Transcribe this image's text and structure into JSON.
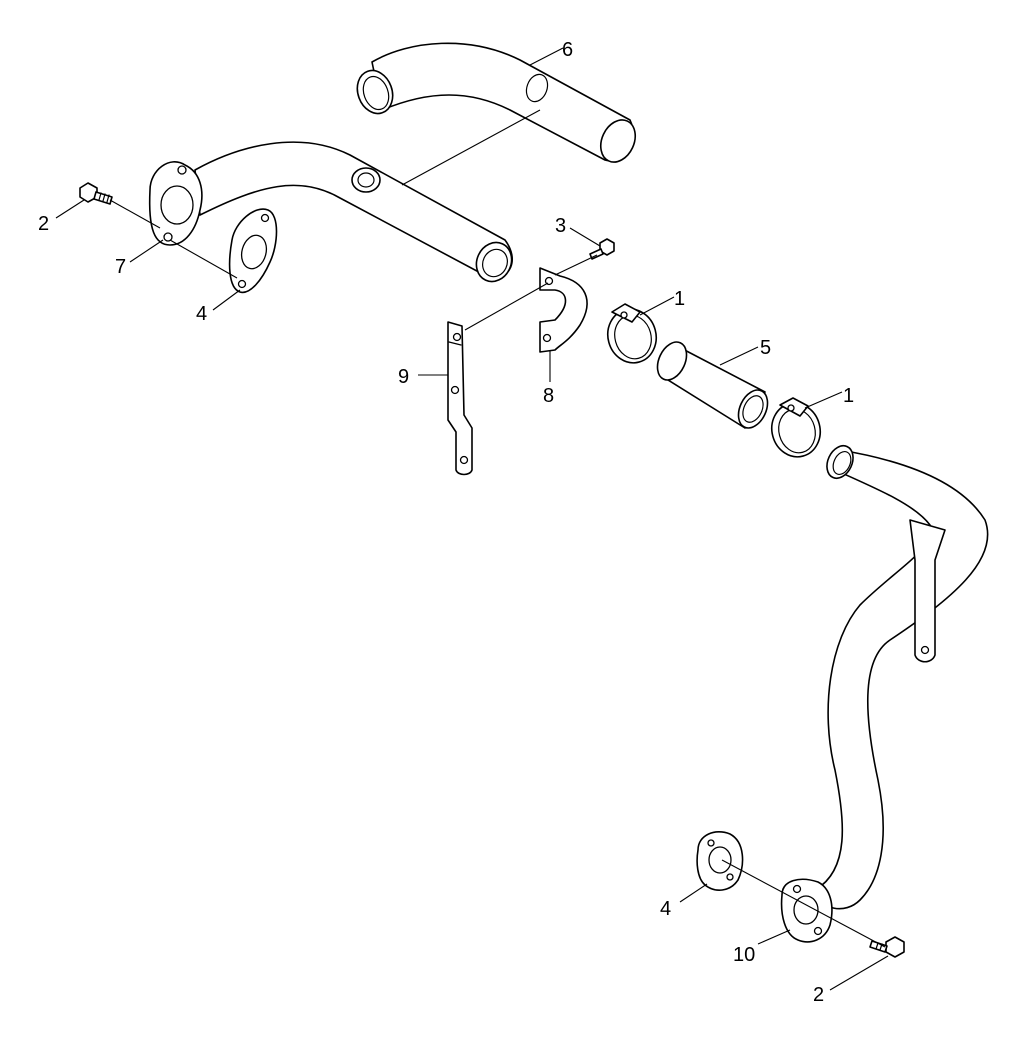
{
  "diagram": {
    "callouts": [
      {
        "id": "c6",
        "label": "6"
      },
      {
        "id": "c2a",
        "label": "2"
      },
      {
        "id": "c7",
        "label": "7"
      },
      {
        "id": "c4a",
        "label": "4"
      },
      {
        "id": "c3",
        "label": "3"
      },
      {
        "id": "c1a",
        "label": "1"
      },
      {
        "id": "c5",
        "label": "5"
      },
      {
        "id": "c1b",
        "label": "1"
      },
      {
        "id": "c9",
        "label": "9"
      },
      {
        "id": "c8",
        "label": "8"
      },
      {
        "id": "c4b",
        "label": "4"
      },
      {
        "id": "c10",
        "label": "10"
      },
      {
        "id": "c2b",
        "label": "2"
      }
    ]
  }
}
